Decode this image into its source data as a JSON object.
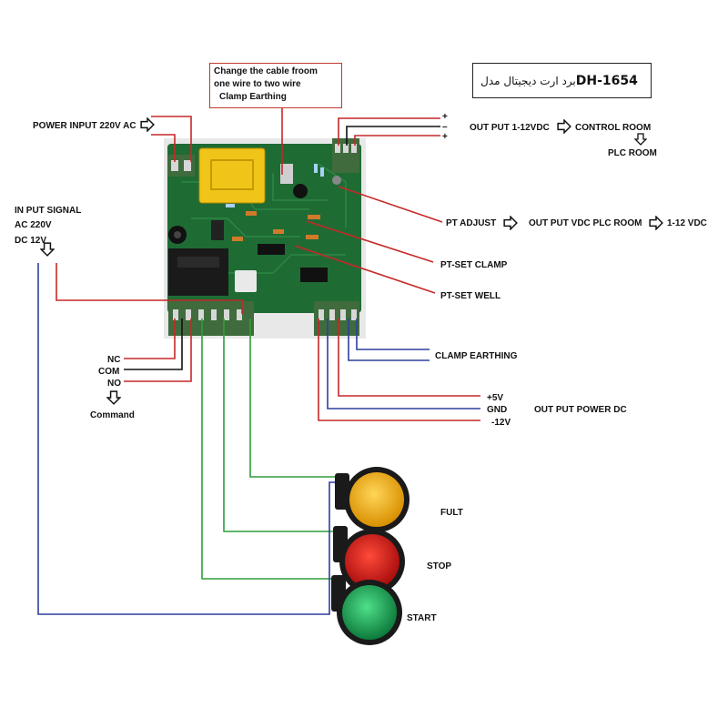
{
  "title": {
    "model": "DH-1654",
    "text": "برد ارت دیجیتال مدل"
  },
  "note": {
    "lines": [
      "Change the cable froom",
      "one wire to two wire",
      "Clamp Earthing"
    ]
  },
  "labels": {
    "power_input": "POWER INPUT  220V AC",
    "input_signal": [
      "IN PUT SIGNAL",
      "AC 220V",
      "DC 12V"
    ],
    "output_top": "OUT PUT  1-12VDC",
    "control_room": "CONTROL ROOM",
    "plc_room": "PLC ROOM",
    "plus1": "+",
    "minus": "–",
    "plus2": "+",
    "pt_adjust": "PT ADJUST",
    "output_plc": "OUT PUT VDC PLC ROOM",
    "range": "1-12 VDC",
    "pt_clamp": "PT-SET CLAMP",
    "pt_well": "PT-SET WELL",
    "clamp_earthing": "CLAMP EARTHING",
    "plus5": "+5V",
    "gnd": "GND",
    "minus12": "-12V",
    "output_power": "OUT PUT POWER DC",
    "nc": "NC",
    "com": "COM",
    "no": "NO",
    "command": "Command",
    "fult": "FULT",
    "stop": "STOP",
    "start": "START"
  },
  "colors": {
    "red_wire": "#c62828",
    "blue_wire": "#2e3f9e",
    "green_wire": "#2e9e3a",
    "black_wire": "#111111",
    "pcb": "#1f6b34",
    "lamp_yellow": "#f2b21b",
    "lamp_red": "#d81e1e",
    "lamp_green": "#1fae5a"
  },
  "icons": [
    "outline-arrow-right-icon",
    "outline-arrow-down-icon"
  ]
}
